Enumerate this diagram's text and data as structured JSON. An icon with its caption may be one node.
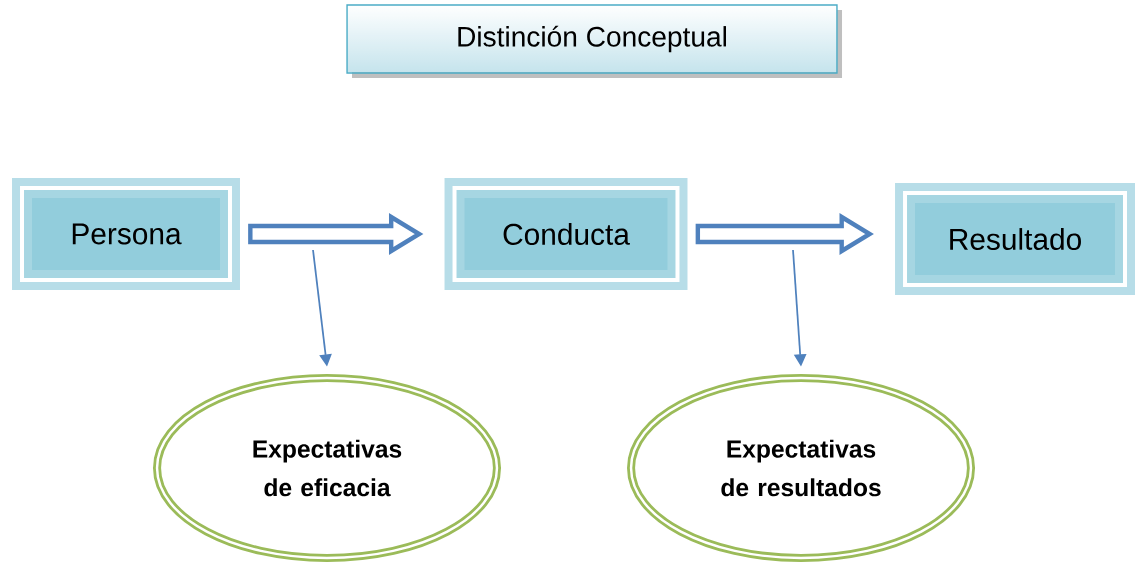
{
  "diagram": {
    "title": "Distinción Conceptual",
    "nodes": [
      {
        "text": [
          "Persona"
        ]
      },
      {
        "text": [
          "Conducta"
        ]
      },
      {
        "text": [
          "Resultado"
        ]
      },
      {
        "text": [
          "Expectativas de eficacia"
        ]
      },
      {
        "text": [
          "Expectativas de resultados"
        ]
      }
    ],
    "edges": [
      {
        "from": 0,
        "to": 1,
        "arrow": "to"
      },
      {
        "from": 1,
        "to": 2,
        "arrow": "to"
      },
      {
        "from": null,
        "to": 3,
        "arrow": "to"
      },
      {
        "from": null,
        "to": 4,
        "arrow": "to"
      }
    ]
  }
}
